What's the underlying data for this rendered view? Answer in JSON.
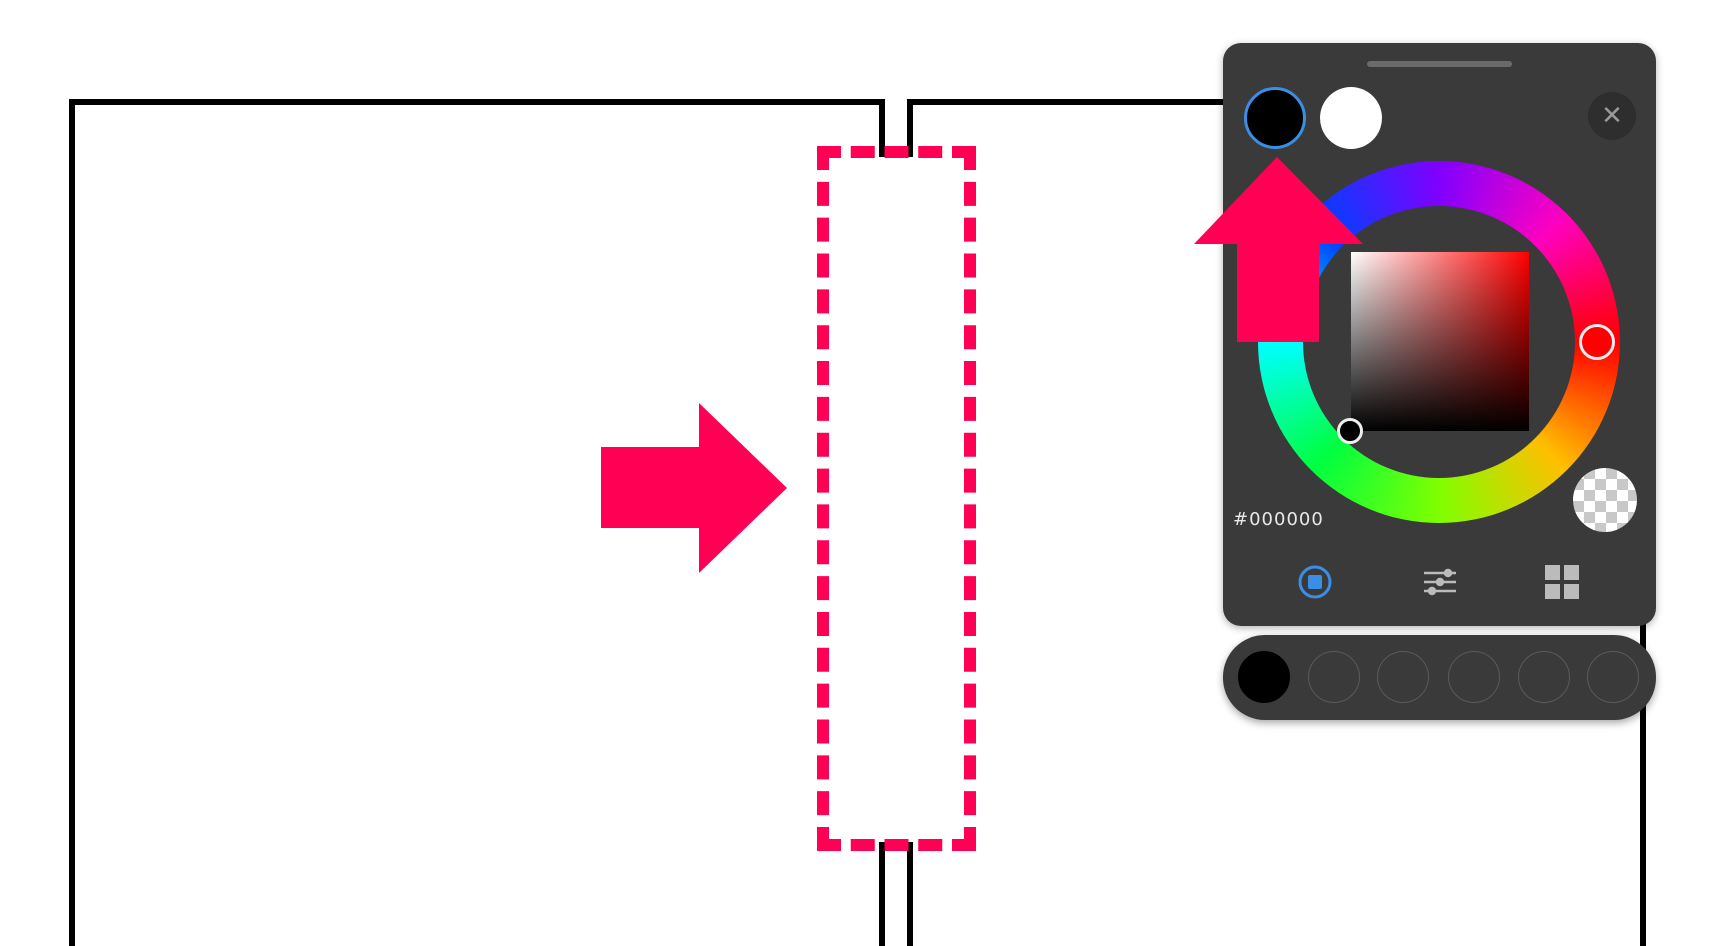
{
  "color_picker": {
    "primary_color": "#000000",
    "secondary_color": "#ffffff",
    "hex_value": "#000000",
    "selected_hue": "#ff0000",
    "close_label": "✕",
    "tabs": [
      {
        "name": "wheel",
        "icon": "wheel-icon",
        "active": true
      },
      {
        "name": "sliders",
        "icon": "sliders-icon",
        "active": false
      },
      {
        "name": "palettes",
        "icon": "grid-icon",
        "active": false
      }
    ],
    "accent_color": "#3a8ee6"
  },
  "swatches": [
    "#000000",
    "",
    "",
    "",
    "",
    ""
  ],
  "annotation_color": "#ff0055"
}
